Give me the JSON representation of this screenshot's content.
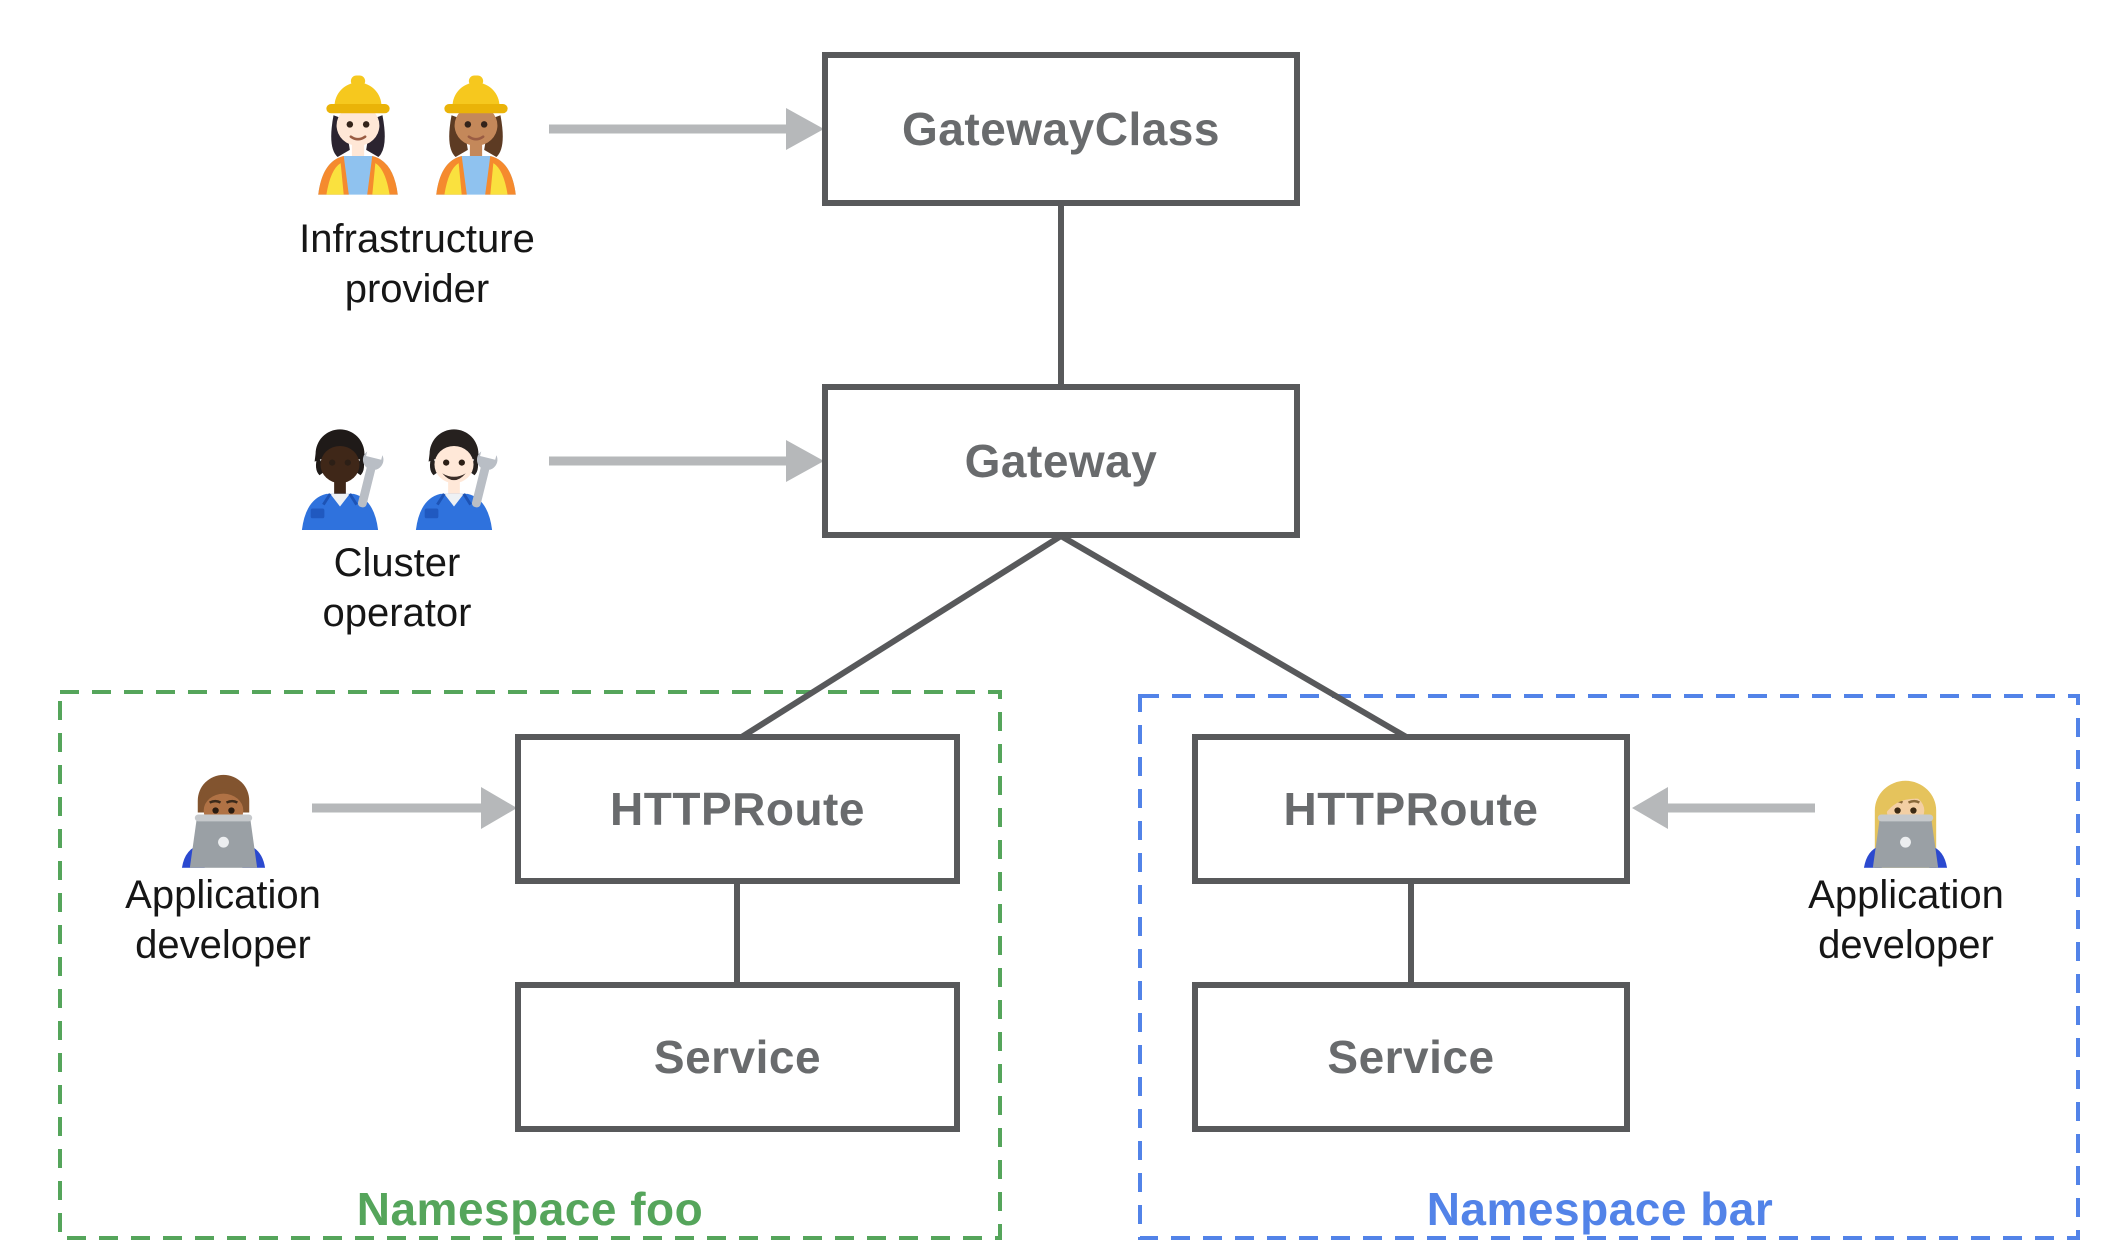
{
  "title": "Gateway API resource model diagram",
  "nodes": {
    "gateway_class": {
      "label": "GatewayClass"
    },
    "gateway": {
      "label": "Gateway"
    },
    "httproute_foo": {
      "label": "HTTPRoute"
    },
    "service_foo": {
      "label": "Service"
    },
    "httproute_bar": {
      "label": "HTTPRoute"
    },
    "service_bar": {
      "label": "Service"
    }
  },
  "actors": {
    "infrastructure_provider": {
      "lines": [
        "Infrastructure",
        "provider"
      ],
      "icons": [
        "woman-construction-worker-light-icon",
        "woman-construction-worker-medium-icon"
      ]
    },
    "cluster_operator": {
      "lines": [
        "Cluster",
        "operator"
      ],
      "icons": [
        "mechanic-dark-icon",
        "man-mechanic-light-icon"
      ]
    },
    "application_developer_foo": {
      "lines": [
        "Application",
        "developer"
      ],
      "icons": [
        "man-technologist-icon"
      ]
    },
    "application_developer_bar": {
      "lines": [
        "Application",
        "developer"
      ],
      "icons": [
        "woman-technologist-icon"
      ]
    }
  },
  "namespaces": {
    "foo": {
      "label": "Namespace foo"
    },
    "bar": {
      "label": "Namespace bar"
    }
  },
  "edges": [
    "gateway_class - gateway",
    "gateway - httproute_foo",
    "gateway - httproute_bar",
    "httproute_foo - service_foo",
    "httproute_bar - service_bar"
  ],
  "arrows": [
    "infrastructure_provider -> gateway_class",
    "cluster_operator -> gateway",
    "application_developer_foo -> httproute_foo",
    "application_developer_bar -> httproute_bar"
  ],
  "colors": {
    "background": "#ffffff",
    "box_border": "#58595b",
    "box_text": "#696b6d",
    "connector": "#58595b",
    "arrow": "#b6b8ba",
    "actor_label": "#161616",
    "namespace_foo": "#55a55b",
    "namespace_bar": "#5283e8"
  }
}
